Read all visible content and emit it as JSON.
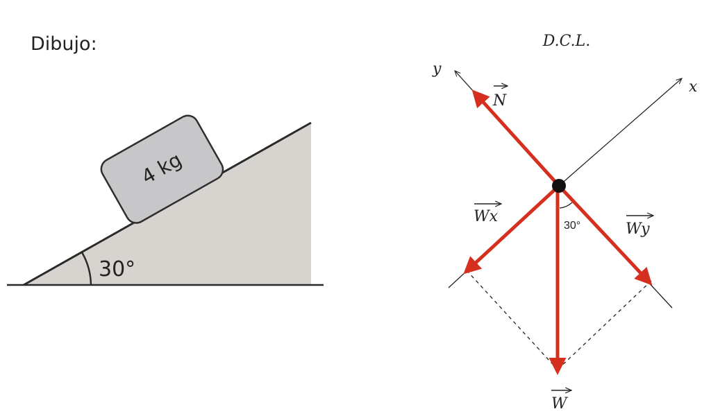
{
  "drawing": {
    "title": "Dibujo:",
    "mass_label": "4 kg",
    "angle_label": "30°"
  },
  "fbd": {
    "title": "D.C.L.",
    "axis_x": "x",
    "axis_y": "y",
    "normal_label": "N",
    "wx_label": "Wx",
    "wy_label": "Wy",
    "weight_label": "W",
    "angle_label": "30°",
    "vector_color": "#d42f1f"
  }
}
